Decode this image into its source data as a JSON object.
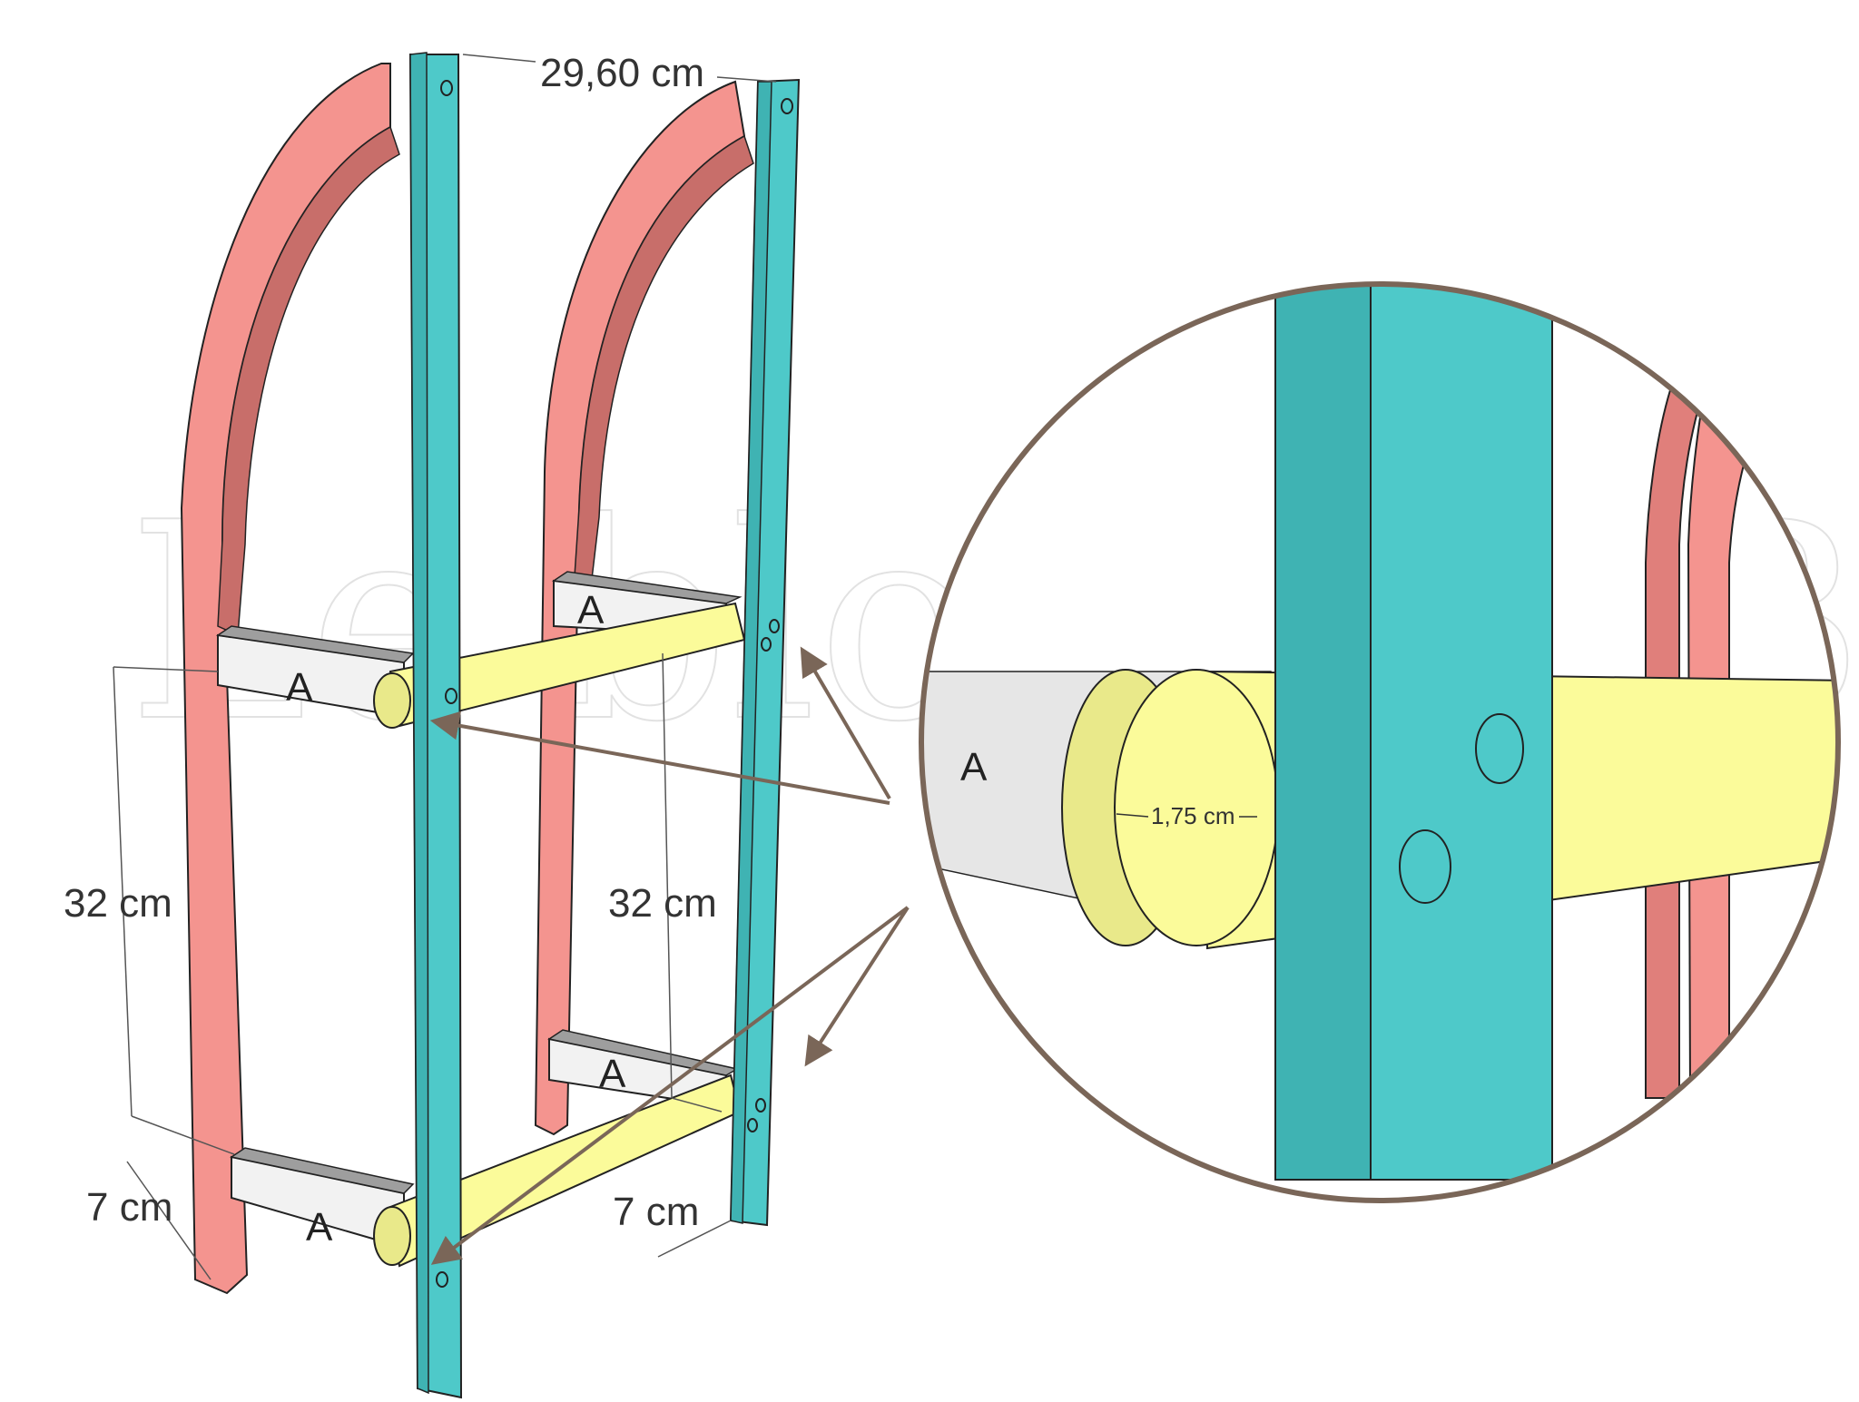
{
  "watermark": "Le blog de Béa",
  "dimensions": {
    "top_width": "29,60 cm",
    "left_height": "32 cm",
    "right_height": "32 cm",
    "left_bottom": "7 cm",
    "right_bottom": "7 cm",
    "dowel_diameter": "1,75 cm"
  },
  "part_labels": {
    "upper_left": "A",
    "upper_back": "A",
    "lower_back": "A",
    "lower_left": "A",
    "detail": "A"
  },
  "colors": {
    "runner": "#f4948f",
    "runner_shade": "#e07f7b",
    "upright": "#4ec9c9",
    "upright_shade": "#3fb3b3",
    "dowel": "#fbfb9a",
    "dowel_shade": "#e9e98a",
    "crossbar": "#f2f2f2",
    "crossbar_shade": "#9e9e9e",
    "arrow": "#7a6658",
    "outline": "#222222"
  }
}
